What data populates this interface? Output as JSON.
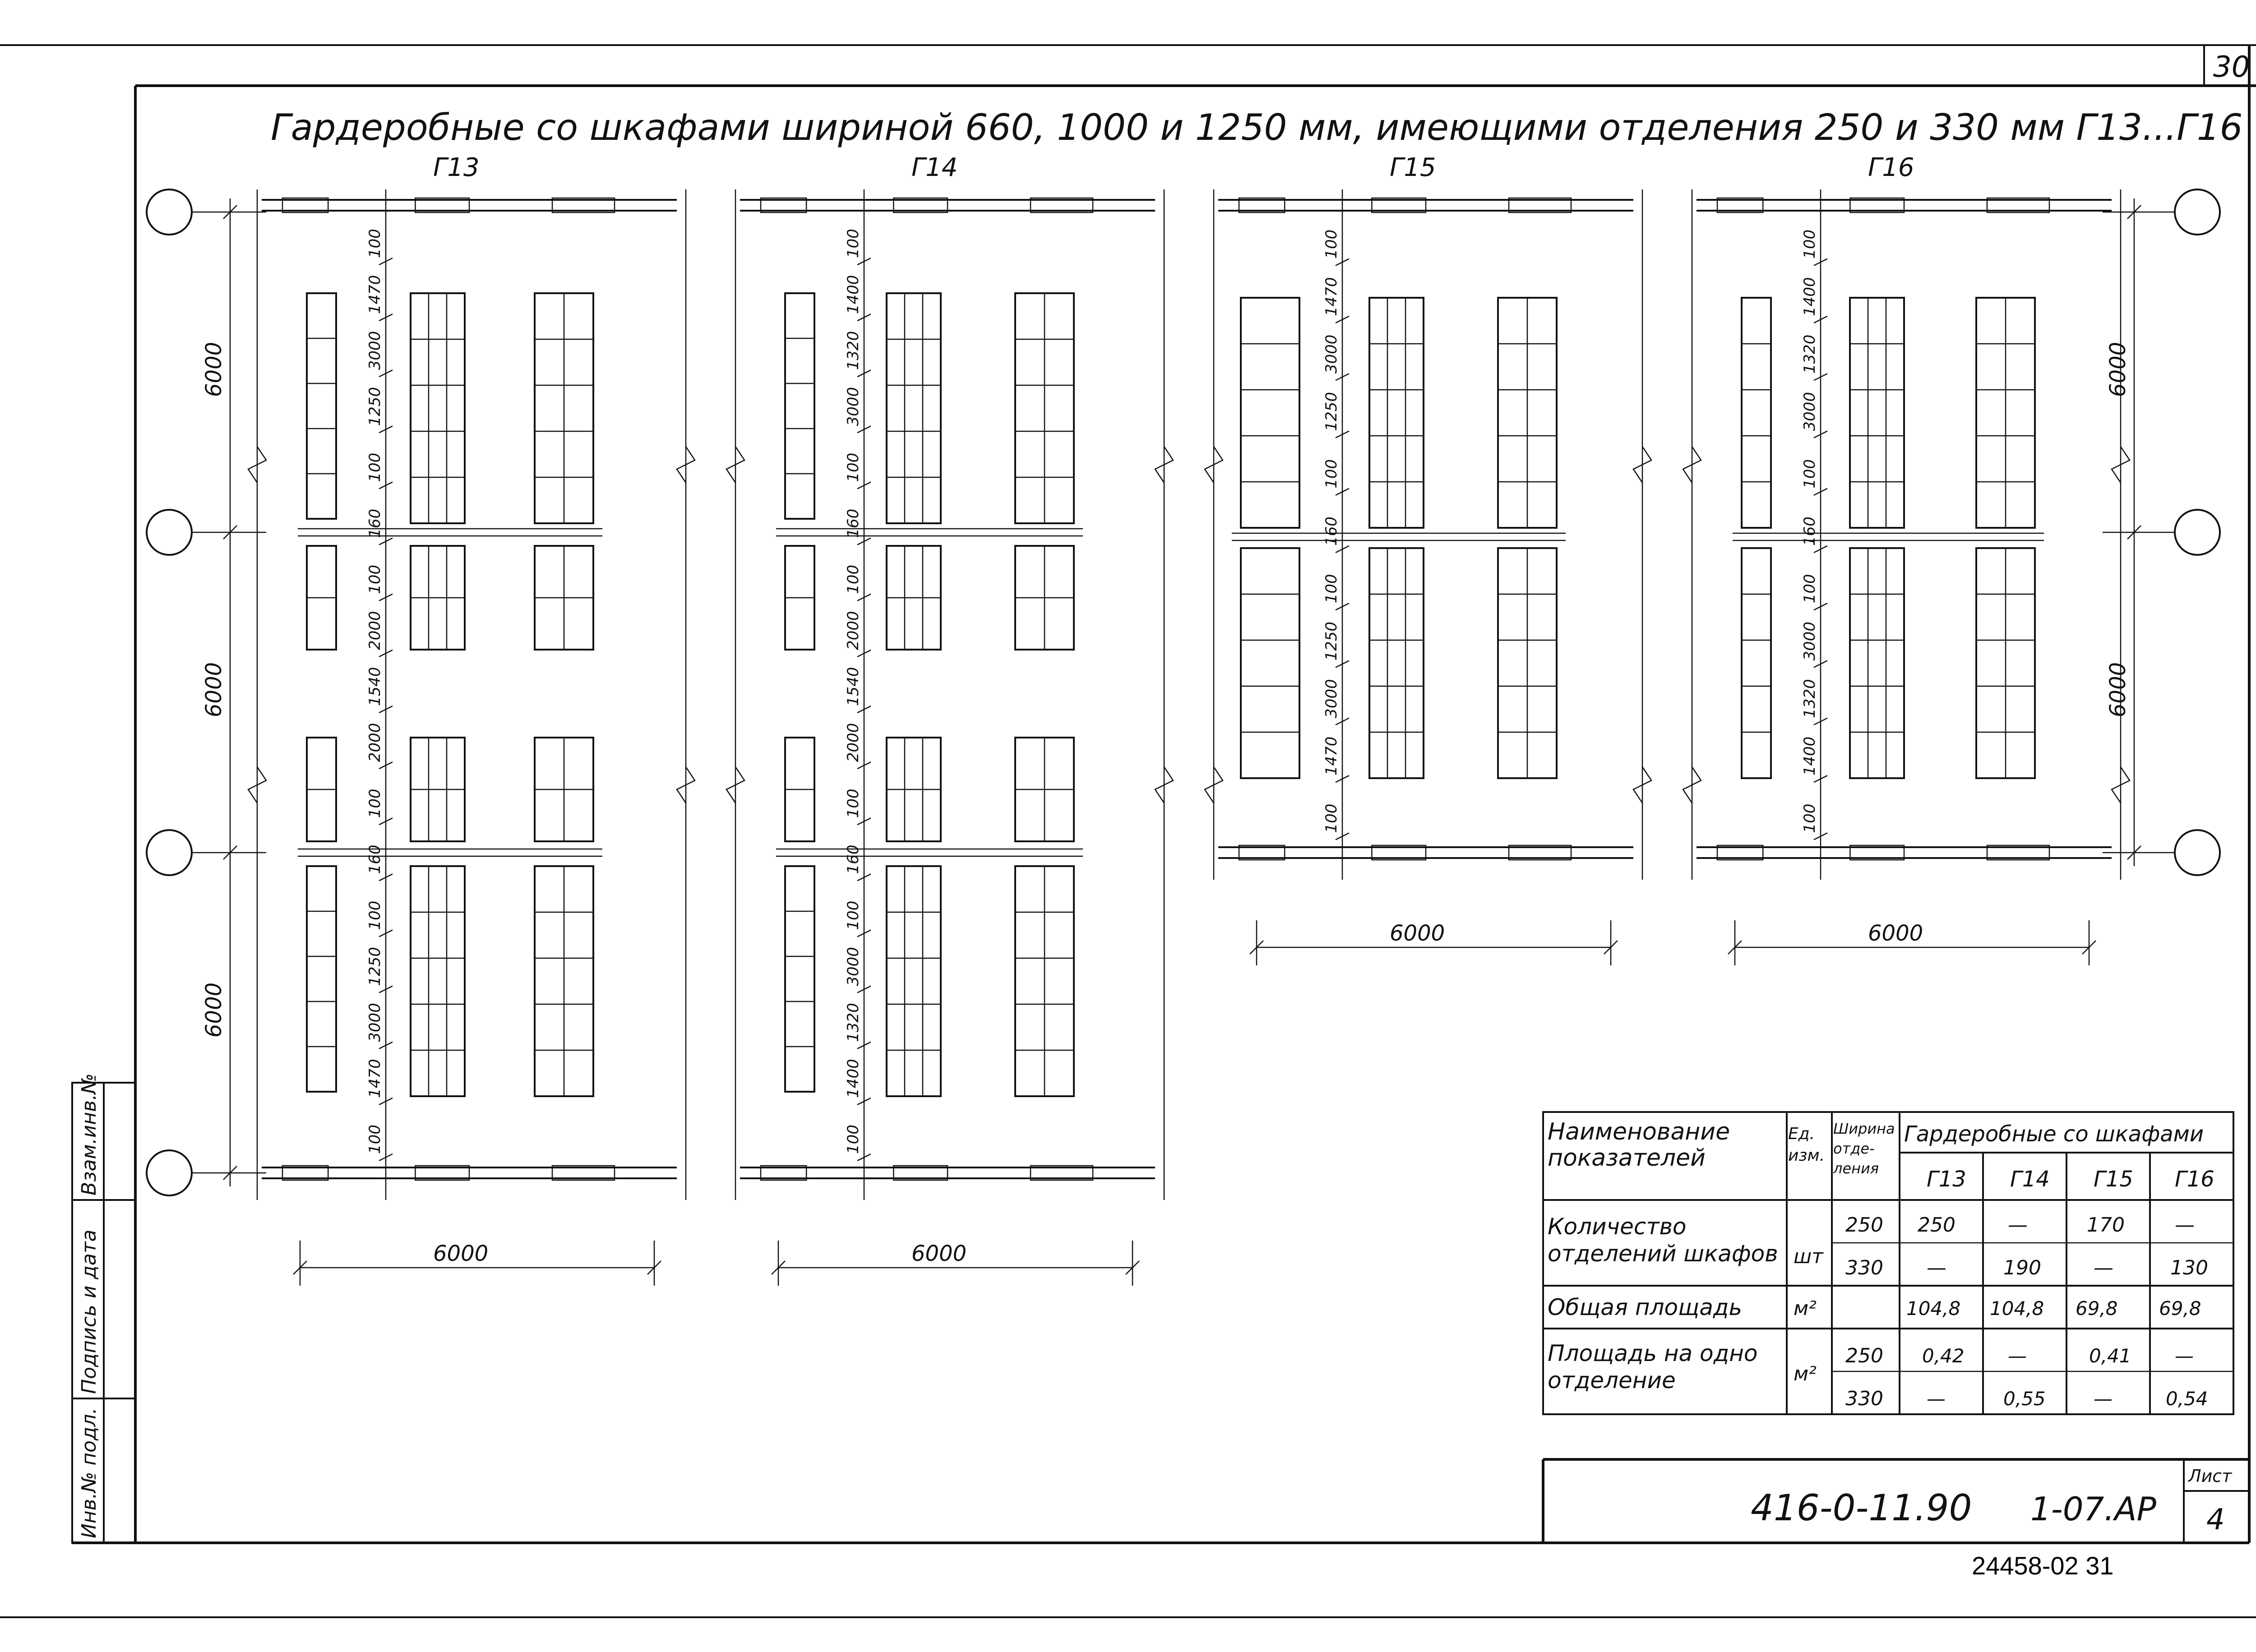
{
  "corner_number": "30",
  "title": "Гардеробные со шкафами шириной 660, 1000 и 1250 мм, имеющими отделения 250 и 330 мм Г13...Г16",
  "plans": [
    {
      "label": "Г13",
      "bottom_dim": "6000",
      "vert_dims": [
        "100",
        "1470",
        "3000",
        "1250",
        "100",
        "160",
        "100",
        "2000",
        "1540",
        "2000",
        "100",
        "160",
        "100",
        "1250",
        "3000",
        "1470",
        "100"
      ],
      "left_dims": [
        "6000",
        "6000",
        "6000"
      ]
    },
    {
      "label": "Г14",
      "bottom_dim": "6000",
      "vert_dims": [
        "100",
        "1400",
        "1320",
        "3000",
        "100",
        "160",
        "100",
        "2000",
        "1540",
        "2000",
        "100",
        "160",
        "100",
        "3000",
        "1320",
        "1400",
        "100"
      ]
    },
    {
      "label": "Г15",
      "bottom_dim": "6000",
      "vert_dims": [
        "100",
        "1470",
        "3000",
        "1250",
        "100",
        "160",
        "100",
        "1250",
        "3000",
        "1470",
        "100"
      ]
    },
    {
      "label": "Г16",
      "bottom_dim": "6000",
      "vert_dims": [
        "100",
        "1400",
        "1320",
        "3000",
        "100",
        "160",
        "100",
        "3000",
        "1320",
        "1400",
        "100"
      ],
      "right_dims": [
        "6000",
        "6000"
      ]
    }
  ],
  "table": {
    "header_name": "Наименование показателей",
    "header_unit": "Ед. изм.",
    "header_width": "Ширина отде-ления",
    "header_group": "Гардеробные со шкафами",
    "columns": [
      "Г13",
      "Г14",
      "Г15",
      "Г16"
    ],
    "rows": [
      {
        "name": "Количество отделений шкафов",
        "unit": "шт",
        "width": "250",
        "values": [
          "250",
          "—",
          "170",
          "—"
        ]
      },
      {
        "name": "",
        "unit": "",
        "width": "330",
        "values": [
          "—",
          "190",
          "—",
          "130"
        ]
      },
      {
        "name": "Общая площадь",
        "unit": "м²",
        "width": "",
        "values": [
          "104,8",
          "104,8",
          "69,8",
          "69,8"
        ]
      },
      {
        "name": "Площадь на одно отделение",
        "unit": "м²",
        "width": "250",
        "values": [
          "0,42",
          "—",
          "0,41",
          "—"
        ]
      },
      {
        "name": "",
        "unit": "",
        "width": "330",
        "values": [
          "—",
          "0,55",
          "—",
          "0,54"
        ]
      }
    ]
  },
  "side_stamp": [
    "Инв.№ подл.",
    "Подпись и дата",
    "Взам.инв.№"
  ],
  "title_block": {
    "code": "416-0-11.90",
    "sheet_code": "1-07.АР",
    "sheet_label": "Лист",
    "sheet_number": "4"
  },
  "bottom_code": "24458-02 31"
}
